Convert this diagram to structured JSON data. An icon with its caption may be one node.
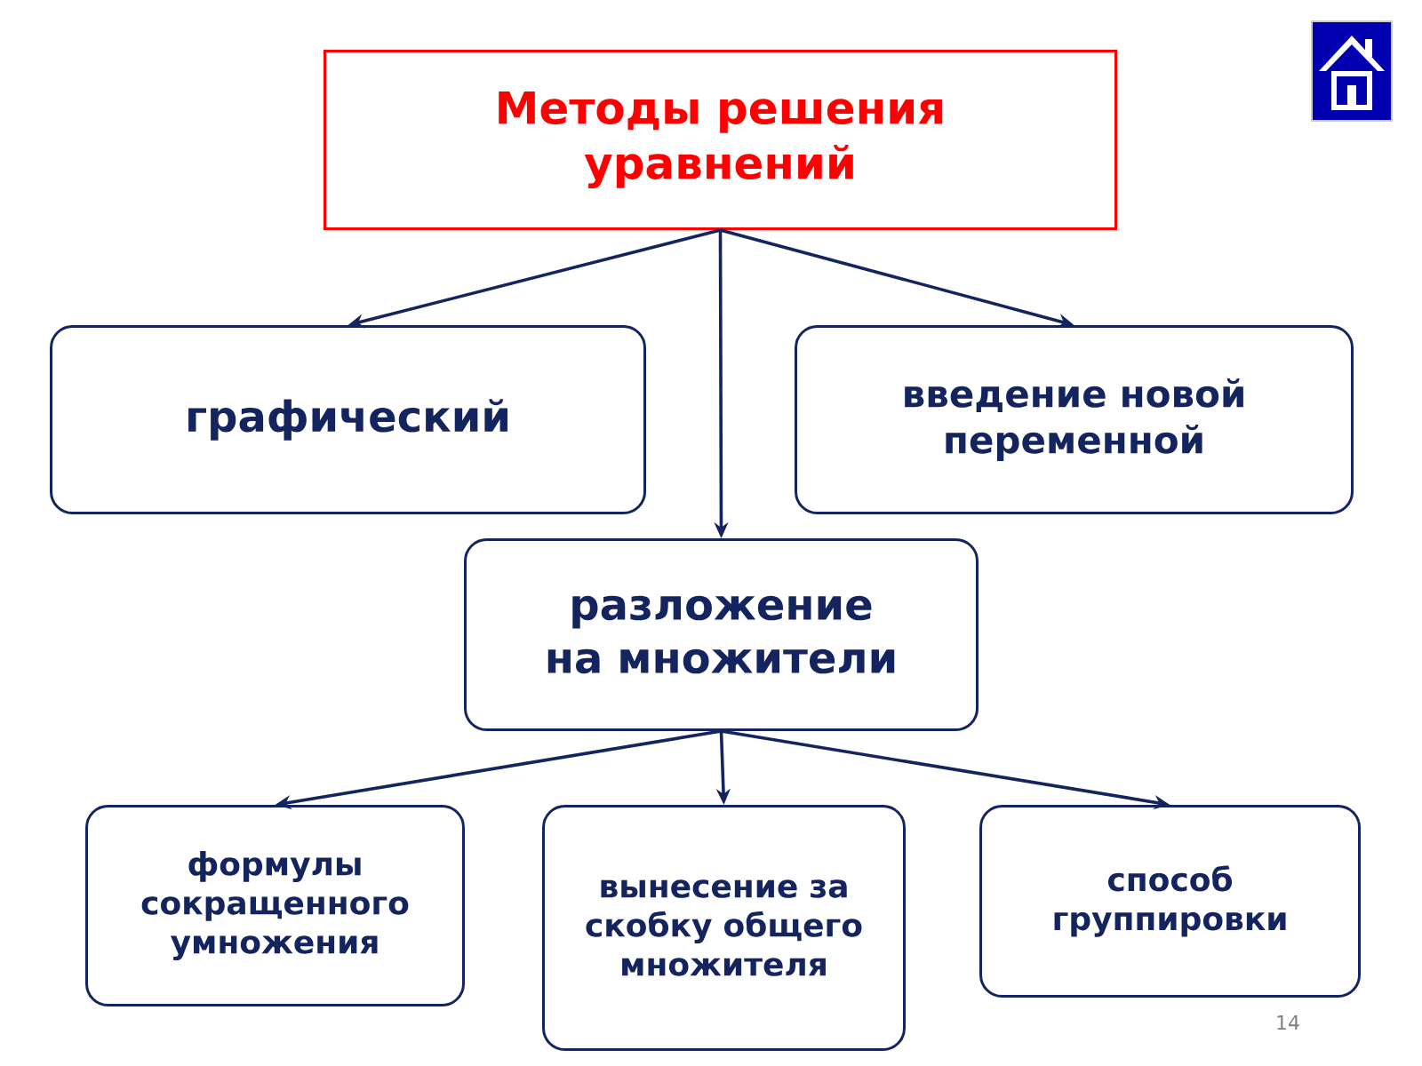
{
  "diagram": {
    "nodes": [
      {
        "text": [
          "Методы решения уравнений"
        ]
      },
      {
        "text": [
          "графический"
        ]
      },
      {
        "text": [
          "введение новой переменной"
        ]
      },
      {
        "text": [
          "разложение на множители"
        ]
      },
      {
        "text": [
          "формулы сокращенного умножения"
        ]
      },
      {
        "text": [
          "вынесение за скобку общего множителя"
        ]
      },
      {
        "text": [
          "способ группировки"
        ]
      }
    ],
    "edges": [
      {
        "from": 0,
        "to": 1,
        "arrow": "to"
      },
      {
        "from": 0,
        "to": 2,
        "arrow": "to"
      },
      {
        "from": 0,
        "to": 3,
        "arrow": "to"
      },
      {
        "from": 3,
        "to": 4,
        "arrow": "to"
      },
      {
        "from": 3,
        "to": 5,
        "arrow": "to"
      },
      {
        "from": 3,
        "to": 6,
        "arrow": "to"
      }
    ],
    "labels": [
      "14"
    ]
  }
}
